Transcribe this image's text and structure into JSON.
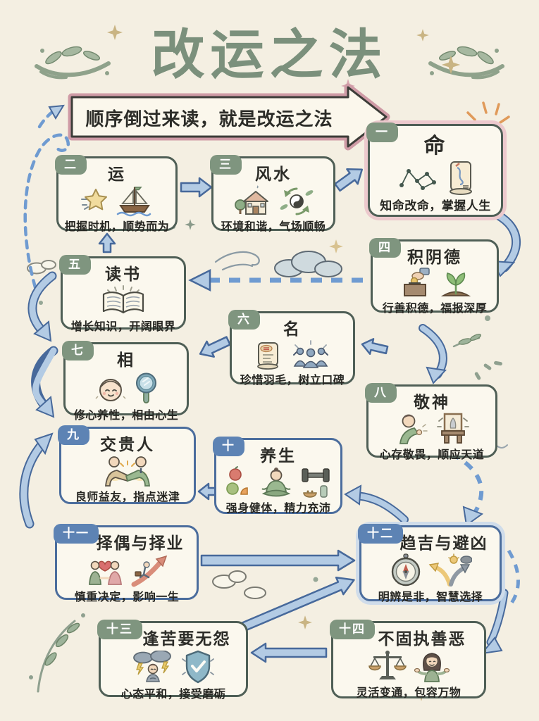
{
  "page": {
    "title": "改运之法",
    "banner": "顺序倒过来读，就是改运之法"
  },
  "boxes": [
    {
      "num": "一",
      "title": "命",
      "caption": "知命改命，掌握人生",
      "icons": [
        "constellation-icon",
        "destiny-scroll-icon"
      ]
    },
    {
      "num": "二",
      "title": "运",
      "caption": "把握时机，顺势而为",
      "icons": [
        "shooting-star-icon",
        "ship-icon"
      ]
    },
    {
      "num": "三",
      "title": "风水",
      "caption": "环境和谐，气场顺畅",
      "icons": [
        "house-icon",
        "qi-cycle-icon"
      ]
    },
    {
      "num": "四",
      "title": "积阴德",
      "caption": "行善积德，福报深厚",
      "icons": [
        "donation-box-icon",
        "sprout-icon"
      ]
    },
    {
      "num": "五",
      "title": "读书",
      "caption": "增长知识，开阔眼界",
      "icons": [
        "open-book-icon"
      ]
    },
    {
      "num": "六",
      "title": "名",
      "caption": "珍惜羽毛，树立口碑",
      "icons": [
        "name-scroll-icon",
        "crowd-icon"
      ]
    },
    {
      "num": "七",
      "title": "相",
      "caption": "修心养性，相由心生",
      "icons": [
        "face-icon",
        "hand-mirror-icon"
      ]
    },
    {
      "num": "八",
      "title": "敬神",
      "caption": "心存敬畏，顺应天道",
      "icons": [
        "praying-person-icon",
        "shrine-icon"
      ]
    },
    {
      "num": "九",
      "title": "交贵人",
      "caption": "良师益友，指点迷津",
      "icons": [
        "handshake-icon"
      ]
    },
    {
      "num": "十",
      "title": "养生",
      "caption": "强身健体，精力充沛",
      "icons": [
        "fruits-icon",
        "meditation-icon",
        "dumbbell-icon"
      ]
    },
    {
      "num": "十一",
      "title": "择偶与择业",
      "caption": "慎重决定，影响一生",
      "icons": [
        "couple-icon",
        "career-arrow-icon"
      ]
    },
    {
      "num": "十二",
      "title": "趋吉与避凶",
      "caption": "明辨是非，智慧选择",
      "icons": [
        "compass-icon",
        "fork-arrows-icon"
      ]
    },
    {
      "num": "十三",
      "title": "逢苦要无怨",
      "caption": "心态平和，接受磨砺",
      "icons": [
        "storm-person-icon",
        "shield-check-icon"
      ]
    },
    {
      "num": "十四",
      "title": "不固执善恶",
      "caption": "灵活变通，包容万物",
      "icons": [
        "balance-scale-icon",
        "shrug-woman-icon"
      ]
    }
  ],
  "colors": {
    "background": "#f4efe2",
    "title_green": "#7b907c",
    "banner_border_pink": "#cf9ba6",
    "box_green_border": "#4f5f56",
    "box_green_tab": "#7f957f",
    "box_blue_border": "#4b6d9d",
    "box_blue_tab": "#5d83b4",
    "arrow_fill": "#b3cbe4",
    "arrow_outline": "#47699b",
    "dashed_arrow": "#6f9bd1",
    "halo_pink": "#ecc9cd",
    "halo_blue": "#cfdcea"
  }
}
